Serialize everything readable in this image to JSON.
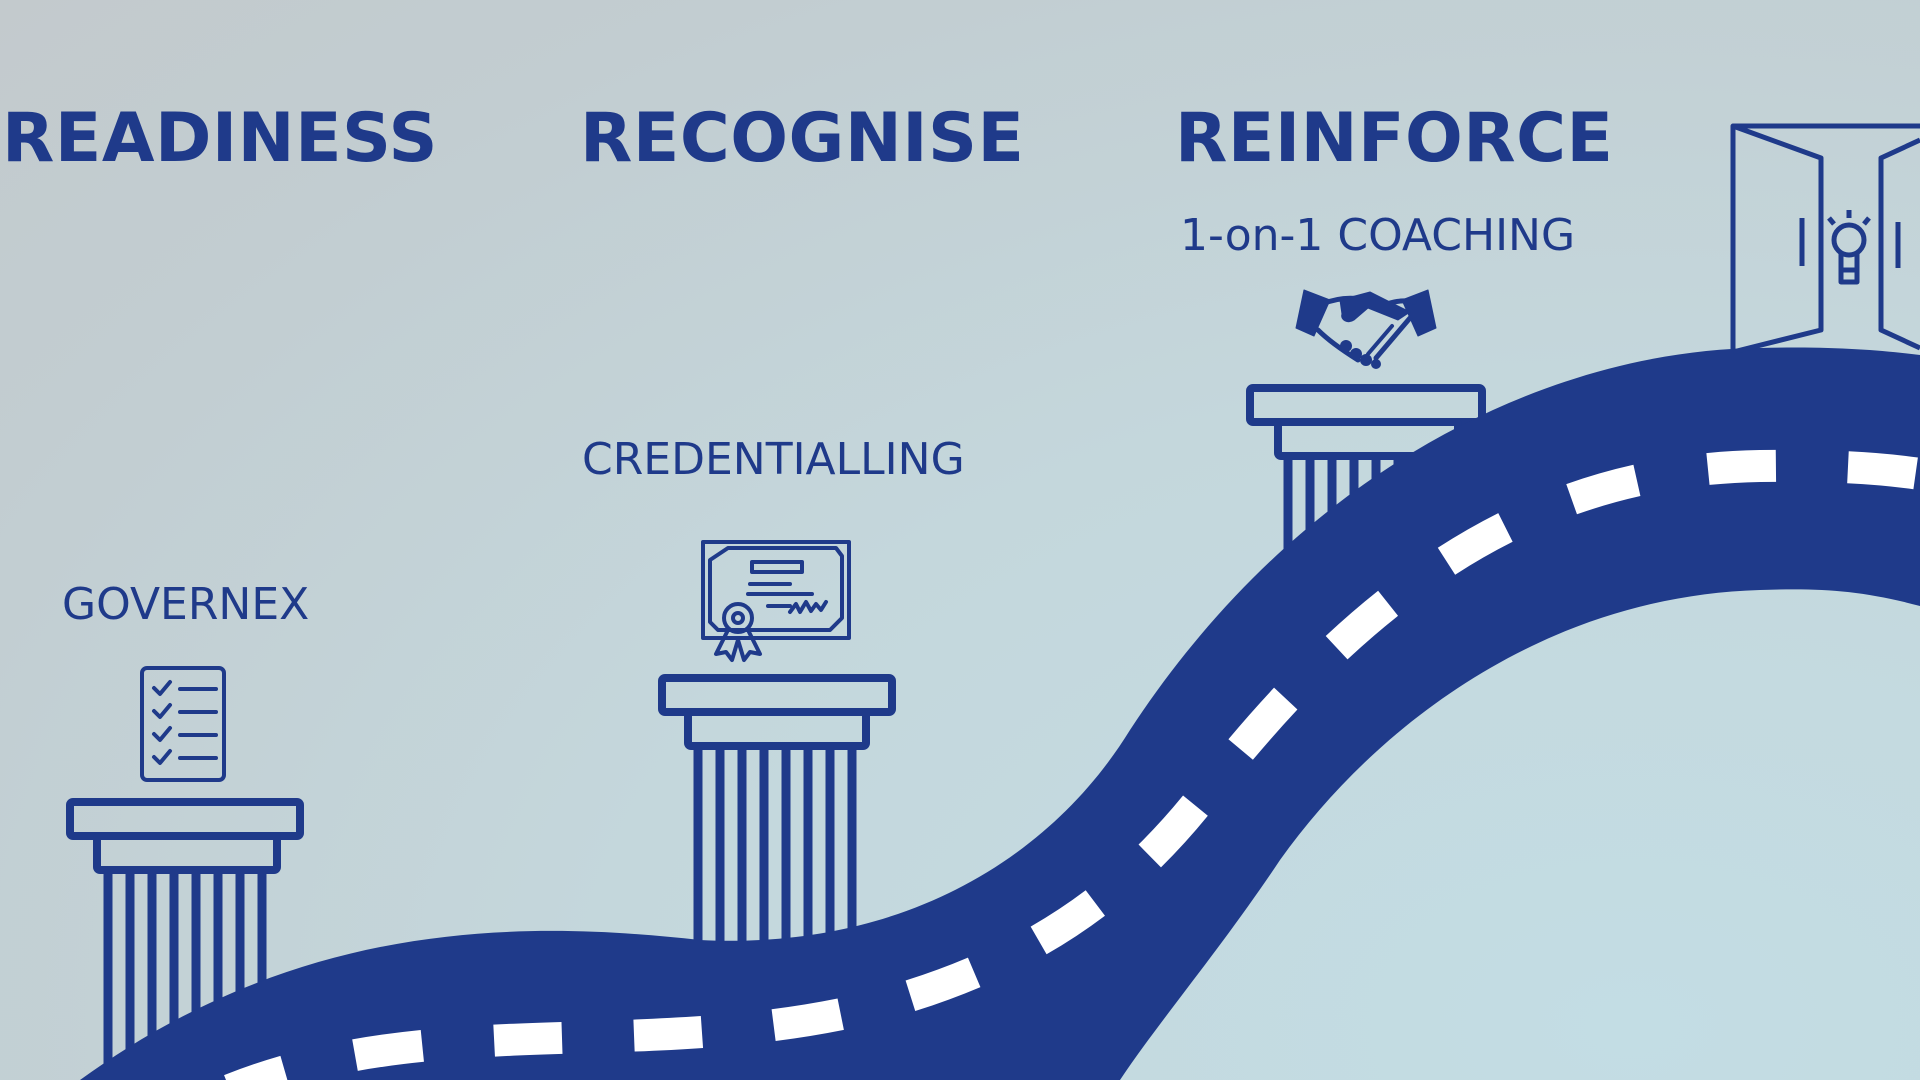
{
  "colors": {
    "primary": "#1f3a8a",
    "dash": "#ffffff"
  },
  "stages": [
    {
      "heading": "READINESS",
      "label": "GOVERNEX",
      "icon": "checklist-icon"
    },
    {
      "heading": "RECOGNISE",
      "label": "CREDENTIALLING",
      "icon": "certificate-icon"
    },
    {
      "heading": "REINFORCE",
      "label": "1-on-1 COACHING",
      "icon": "handshake-icon"
    }
  ],
  "destination": {
    "icon": "door-lightbulb-icon"
  }
}
